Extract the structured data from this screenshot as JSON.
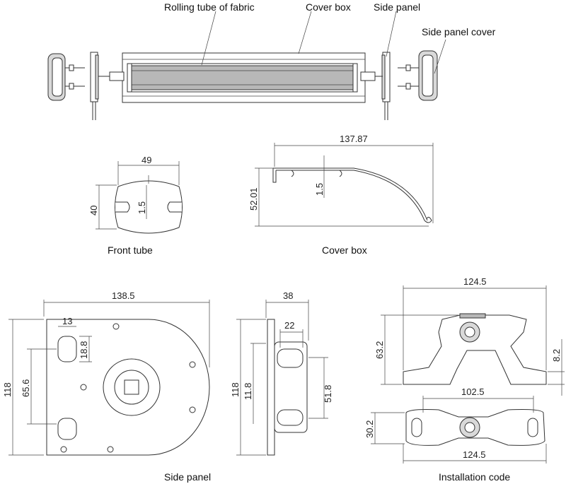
{
  "callouts": {
    "rolling_tube": "Rolling tube of fabric",
    "cover_box": "Cover box",
    "side_panel": "Side panel",
    "side_panel_cover": "Side panel cover"
  },
  "captions": {
    "front_tube": "Front tube",
    "cover_box": "Cover box",
    "side_panel": "Side panel",
    "installation_code": "Installation code"
  },
  "dimensions": {
    "front_tube": {
      "width": "49",
      "height": "40",
      "slot": "1.5"
    },
    "cover_box": {
      "width": "137.87",
      "height": "52.01",
      "lip": "1.5"
    },
    "side_panel_front": {
      "width": "138.5",
      "height": "118",
      "hole_width": "13",
      "hole_height": "18.8",
      "hole_spacing": "65.6"
    },
    "side_panel_side": {
      "width": "38",
      "inner": "22",
      "height": "118",
      "offset": "11.8",
      "spacing": "51.8"
    },
    "installation_side": {
      "width": "124.5",
      "height": "63.2",
      "thickness": "8.2"
    },
    "installation_top": {
      "inner": "102.5",
      "width": "124.5",
      "height": "30.2"
    }
  }
}
